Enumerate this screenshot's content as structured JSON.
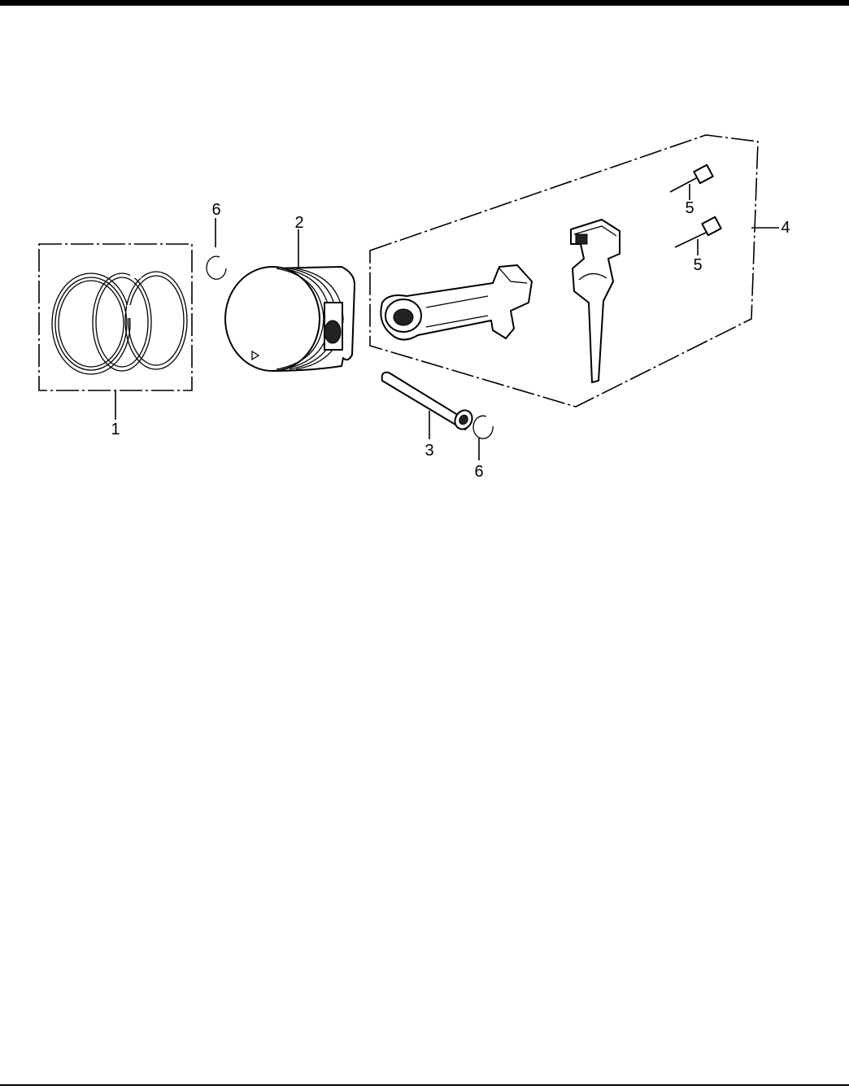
{
  "diagram": {
    "callouts": [
      {
        "id": "ring-set",
        "label": "1"
      },
      {
        "id": "piston",
        "label": "2"
      },
      {
        "id": "piston-pin",
        "label": "3"
      },
      {
        "id": "connecting-rod-assy",
        "label": "4"
      },
      {
        "id": "rod-bolt-upper",
        "label": "5"
      },
      {
        "id": "rod-bolt-lower",
        "label": "5"
      },
      {
        "id": "pin-clip-left",
        "label": "6"
      },
      {
        "id": "pin-clip-right",
        "label": "6"
      }
    ]
  }
}
